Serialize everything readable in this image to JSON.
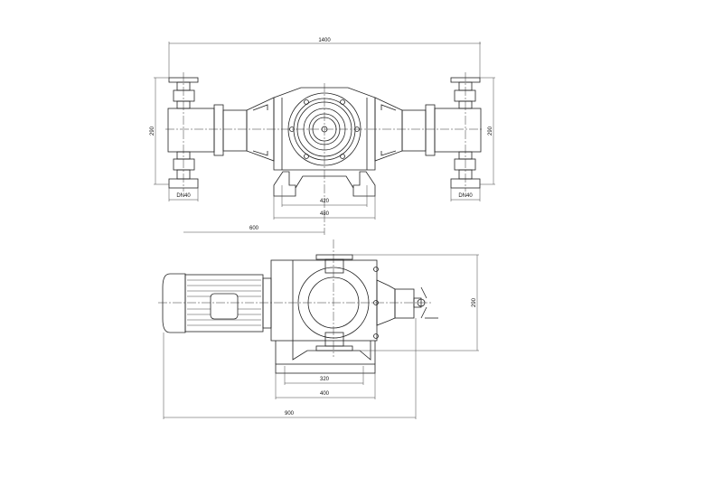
{
  "drawing": {
    "top_view": {
      "overall_width": "1400",
      "left_height": "290",
      "right_height": "290",
      "left_port": "DN40",
      "right_port": "DN40",
      "base_inner": "420",
      "base_outer": "480",
      "port_to_center": "600"
    },
    "side_view": {
      "height": "290",
      "base_inner": "320",
      "base_outer": "400",
      "overall_length": "900"
    }
  }
}
